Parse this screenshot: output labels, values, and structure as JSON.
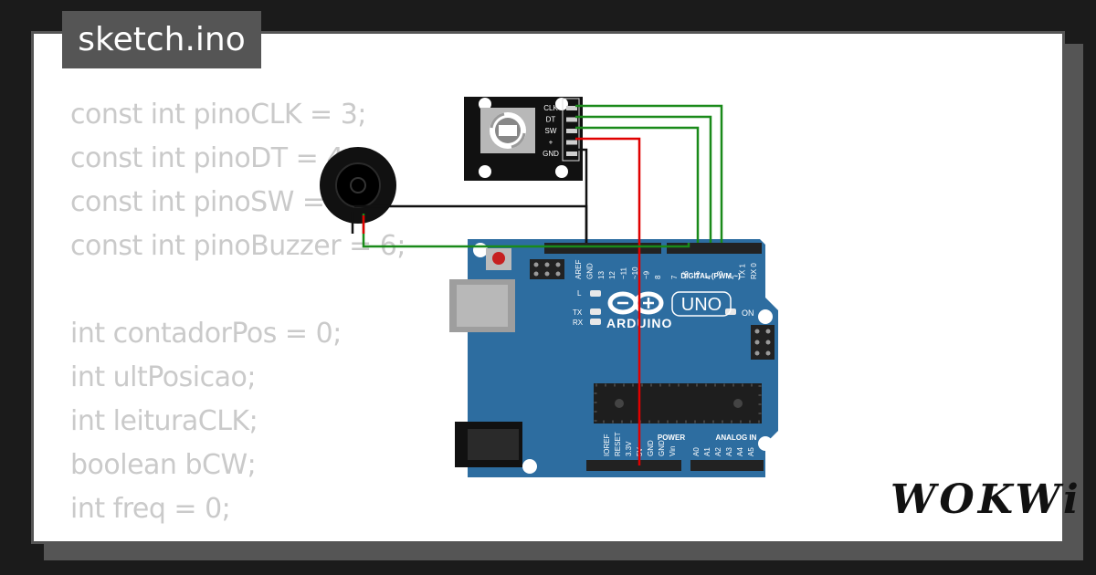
{
  "file_tab": {
    "label": "sketch.ino"
  },
  "code_lines": [
    "const int pinoCLK = 3;",
    "const int pinoDT = 4;",
    "const int pinoSW = 5;",
    "const int pinoBuzzer = 6;",
    "",
    "int contadorPos = 0;",
    "int ultPosicao;",
    "int leituraCLK;",
    "boolean bCW;",
    "int freq = 0;"
  ],
  "brand": {
    "label": "WOKWi"
  },
  "encoder": {
    "pins": [
      "CLK",
      "DT",
      "SW",
      "+",
      "GND"
    ]
  },
  "arduino": {
    "logo": "ARDUINO",
    "model": "UNO",
    "on_label": "ON",
    "l_label": "L",
    "tx_label": "TX",
    "rx_label": "RX",
    "digital_header": "DIGITAL (PWM ~)",
    "digital_pins": [
      "AREF",
      "GND",
      "13",
      "12",
      "~11",
      "~10",
      "~9",
      "8",
      "7",
      "~6",
      "~5",
      "4",
      "~3",
      "2",
      "TX 1",
      "RX 0"
    ],
    "power_header": "POWER",
    "analog_header": "ANALOG IN",
    "power_pins": [
      "IOREF",
      "RESET",
      "3.3V",
      "5V",
      "GND",
      "GND",
      "Vin"
    ],
    "analog_pins": [
      "A0",
      "A1",
      "A2",
      "A3",
      "A4",
      "A5"
    ]
  },
  "colors": {
    "board": "#2d6da0",
    "wire_green": "#1a8a1a",
    "wire_red": "#e00000",
    "wire_black": "#111111",
    "code_text": "#cacaca",
    "frame": "#555555"
  }
}
